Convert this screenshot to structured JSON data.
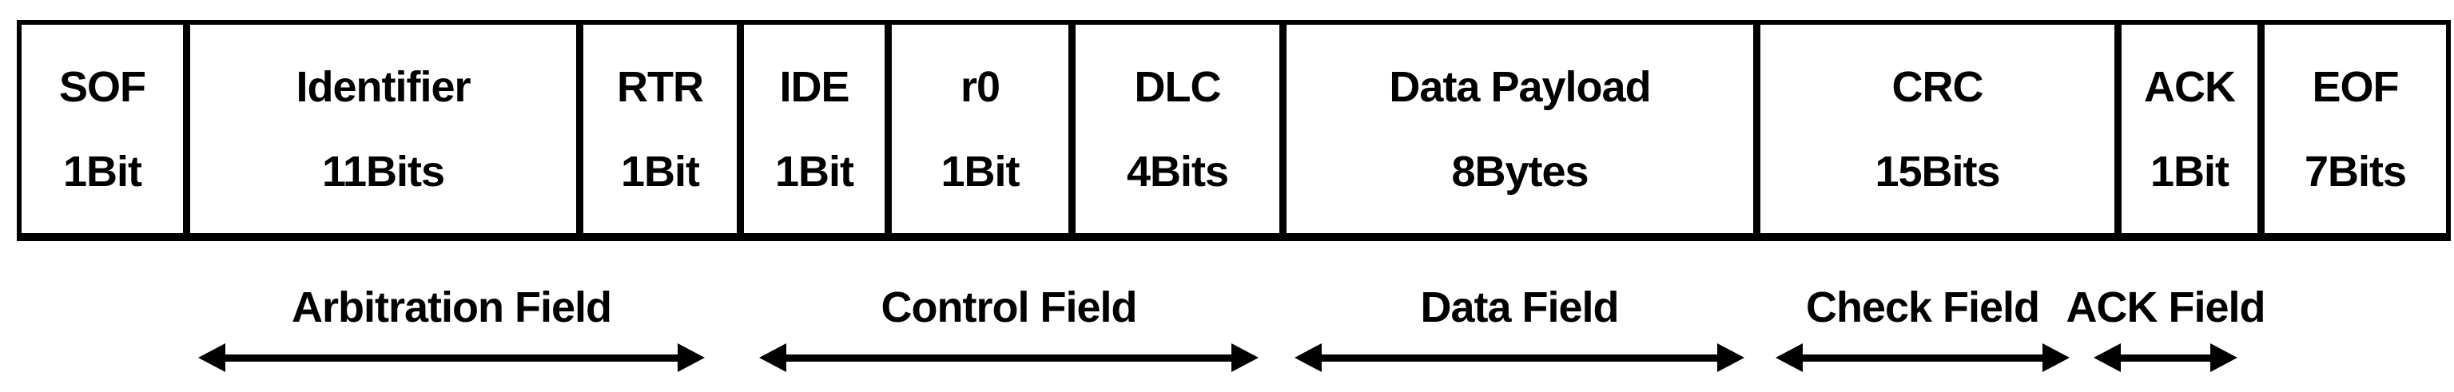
{
  "frame_cells": [
    {
      "name": "SOF",
      "size": "1Bit"
    },
    {
      "name": "Identifier",
      "size": "11Bits"
    },
    {
      "name": "RTR",
      "size": "1Bit"
    },
    {
      "name": "IDE",
      "size": "1Bit"
    },
    {
      "name": "r0",
      "size": "1Bit"
    },
    {
      "name": "DLC",
      "size": "4Bits"
    },
    {
      "name": "Data Payload",
      "size": "8Bytes"
    },
    {
      "name": "CRC",
      "size": "15Bits"
    },
    {
      "name": "ACK",
      "size": "1Bit"
    },
    {
      "name": "EOF",
      "size": "7Bits"
    }
  ],
  "fields": [
    {
      "label": "Arbitration Field"
    },
    {
      "label": "Control Field"
    },
    {
      "label": "Data Field"
    },
    {
      "label": "Check Field"
    },
    {
      "label": "ACK Field"
    }
  ],
  "colors": {
    "border": "#000000",
    "text": "#000000",
    "background": "#ffffff"
  }
}
